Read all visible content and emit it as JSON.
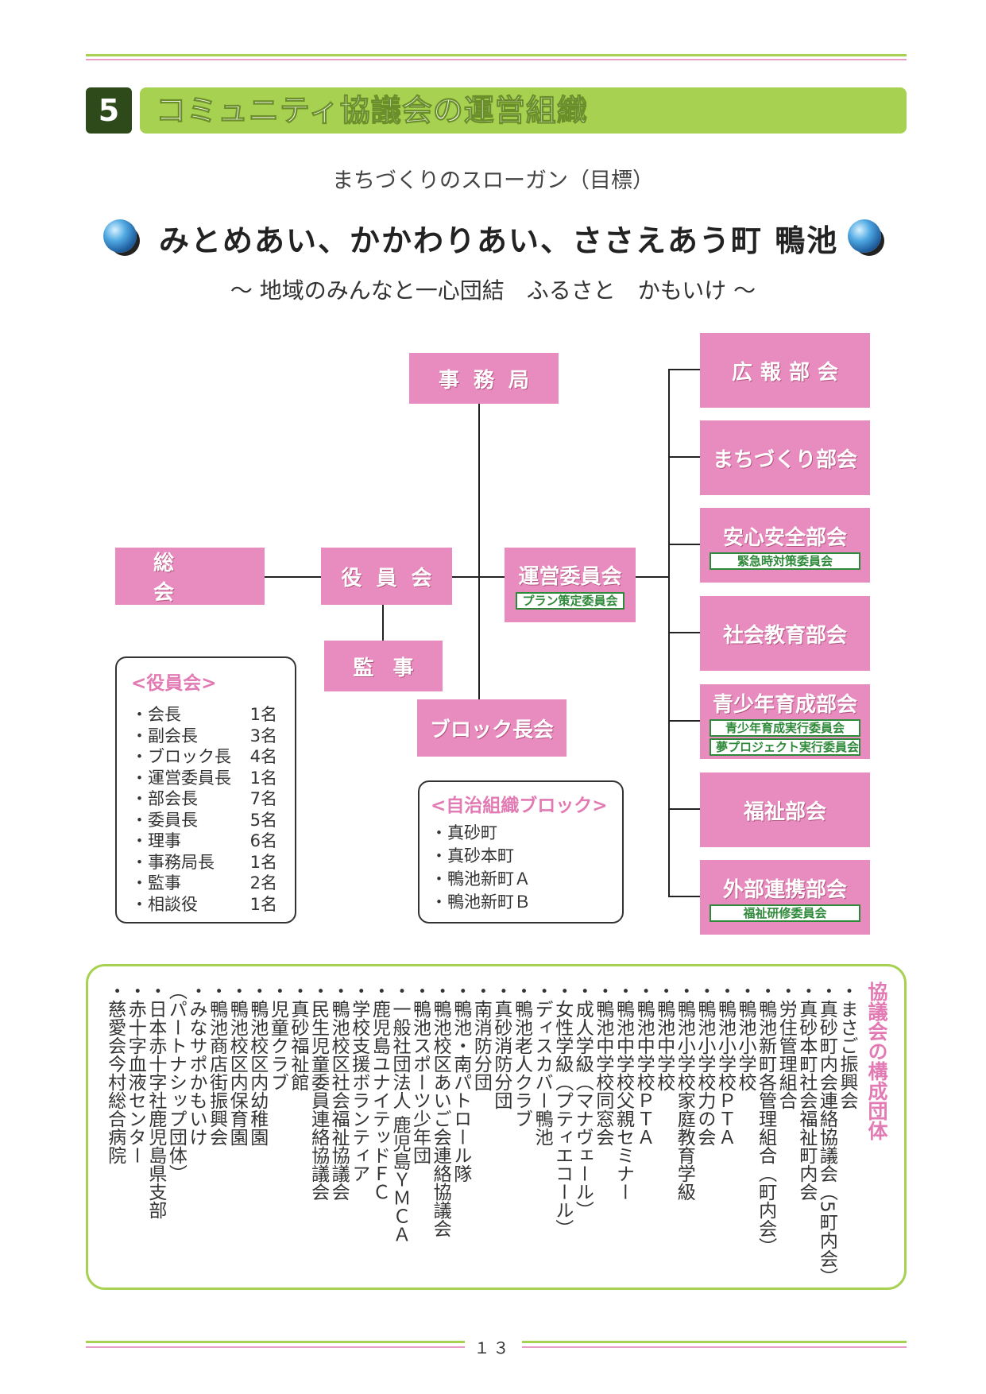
{
  "header": {
    "section_number": "5",
    "section_title": "コミュニティ協議会の運営組織"
  },
  "slogan": {
    "label": "まちづくりのスローガン（目標）",
    "main": "みとめあい、かかわりあい、ささえあう町 鴨池",
    "sub": "～ 地域のみんなと一心団結　ふるさと　かもいけ ～"
  },
  "org": {
    "jimukyoku": "事務局",
    "sokai": "総会",
    "yakuinkai": "役員会",
    "kanji": "監事",
    "block_chokai": "ブロック長会",
    "uneiiinkai": "運営委員会",
    "uneiiinkai_sub": "プラン策定委員会",
    "bukai": [
      {
        "label": "広報部会",
        "subs": []
      },
      {
        "label": "まちづくり部会",
        "subs": []
      },
      {
        "label": "安心安全部会",
        "subs": [
          "緊急時対策委員会"
        ]
      },
      {
        "label": "社会教育部会",
        "subs": []
      },
      {
        "label": "青少年育成部会",
        "subs": [
          "青少年育成実行委員会",
          "夢プロジェクト実行委員会"
        ]
      },
      {
        "label": "福祉部会",
        "subs": []
      },
      {
        "label": "外部連携部会",
        "subs": [
          "福祉研修委員会"
        ]
      }
    ]
  },
  "officers": {
    "title": "<役員会>",
    "rows": [
      {
        "role": "・会長",
        "count": "1名"
      },
      {
        "role": "・副会長",
        "count": "3名"
      },
      {
        "role": "・ブロック長",
        "count": "4名"
      },
      {
        "role": "・運営委員長",
        "count": "1名"
      },
      {
        "role": "・部会長",
        "count": "7名"
      },
      {
        "role": "・委員長",
        "count": "5名"
      },
      {
        "role": "・理事",
        "count": "6名"
      },
      {
        "role": "・事務局長",
        "count": "1名"
      },
      {
        "role": "・監事",
        "count": "2名"
      },
      {
        "role": "・相談役",
        "count": "1名"
      }
    ]
  },
  "blocks": {
    "title": "<自治組織ブロック>",
    "items": [
      "・真砂町",
      "・真砂本町",
      "・鴨池新町Ａ",
      "・鴨池新町Ｂ"
    ]
  },
  "members": {
    "title": "協議会の構成団体",
    "items": [
      "・まさご振興会",
      "・真砂町内会連絡協議会（5町内会）",
      "・真砂本町社会福祉町内会",
      "・労住管理組合",
      "・鴨池新町各管理組合（町内会）",
      "・鴨池小学校",
      "・鴨池小学校ＰＴＡ",
      "・鴨池小学校力の会",
      "・鴨池小学校家庭教育学級",
      "・鴨池中学校",
      "・鴨池中学校ＰＴＡ",
      "・鴨池中学校父親セミナー",
      "・鴨池中学校同窓会",
      "・成人学級（マナヴェール）",
      "・女性学級（プティエコール）",
      "・ディスカバー鴨池",
      "・鴨池老人クラブ",
      "・真砂消防分団",
      "・南消防分団",
      "・鴨池・南パトロール隊",
      "・鴨池校区あいご会連絡協議会",
      "・鴨池スポーツ少年団",
      "・一般社団法人 鹿児島ＹＭＣＡ",
      "・鹿児島ユナイテッドＦＣ",
      "・学校支援ボランティア",
      "・鴨池校区社会福祉協議会",
      "・民生児童委員連絡協議会",
      "・真砂福祉館",
      "・児童クラブ",
      "・鴨池校区内幼稚園",
      "・鴨池校区内保育園",
      "・鴨池商店街振興会",
      "・みなサポかもいけ",
      "（パートナシップ団体）",
      "・日本赤十字社鹿児島県支部",
      "・赤十字血液センター",
      "・慈愛会今村総合病院"
    ]
  },
  "page_number": "１３",
  "colors": {
    "green": "#a7d151",
    "pink": "#e88bbf",
    "pink_text": "#e27bb3",
    "dark_green": "#2f4a1a"
  }
}
